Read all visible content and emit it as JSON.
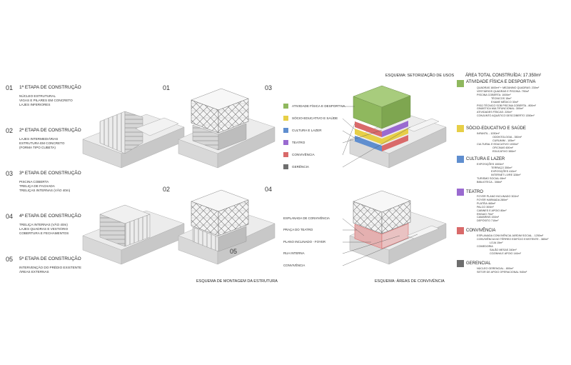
{
  "steps": [
    {
      "num": "01",
      "title": "1ª ETAPA DE CONSTRUÇÃO",
      "lines": [
        "NÚCLEO ESTRUTURAL",
        "VIGAS E PILARES EM CONCRETO",
        "LAJES INFERIORES"
      ]
    },
    {
      "num": "02",
      "title": "2ª ETAPA DE CONSTRUÇÃO",
      "lines": [
        "LAJES INTERMEDIÁRIAS",
        "ESTRUTURA EM CONCRETO",
        "(FORMA TIPO CUBETA)"
      ]
    },
    {
      "num": "03",
      "title": "3ª ETAPA DE CONSTRUÇÃO",
      "lines": [
        "PISCINA COBERTA",
        "TRELIÇA DE FACHADA",
        "TRELIÇAS INTERNAS (VÃO 40m)"
      ]
    },
    {
      "num": "04",
      "title": "4ª ETAPA DE CONSTRUÇÃO",
      "lines": [
        "TRELIÇA INTERNAS (VÃO 40m)",
        "LAJES QUADRAS E VESTIÁRIO",
        "COBERTURA E FECHAMENTOS"
      ]
    },
    {
      "num": "05",
      "title": "5ª ETAPA DE CONSTRUÇÃO",
      "lines": [
        "INTERVENÇÃO DO PRÉDIO EXISTENTE",
        "ÁREAS EXTERNAS"
      ]
    }
  ],
  "diagram_numbers": {
    "n01": "01",
    "n02": "02",
    "n03": "03",
    "n04": "04",
    "n05": "05"
  },
  "captions": {
    "montagem": "ESQUEMA DE MONTAGEM DA ESTRUTURA",
    "setorizacao": "ESQUEMA: SETORIZAÇÃO DE USOS",
    "convivencia": "ESQUEMA: ÁREAS DE CONVIVÊNCIA"
  },
  "legend": [
    {
      "label": "ATIVIDADE FÍSICA E DESPORTIVA",
      "color": "#8fb85e"
    },
    {
      "label": "SÓCIO-EDUCATIVO E SAÚDE",
      "color": "#e7cf47"
    },
    {
      "label": "CULTURA E LAZER",
      "color": "#5f8ecf"
    },
    {
      "label": "TEATRO",
      "color": "#9a6ad0"
    },
    {
      "label": "CONVIVÊNCIA",
      "color": "#d96a6a"
    },
    {
      "label": "GERÊNCIA",
      "color": "#6e6e6e"
    }
  ],
  "convivencia_labels": [
    "ESPLANADA DE CONVIVÊNCIA",
    "PRAÇA DO TEATRO",
    "PLANO INCLINADO - FOYER",
    "RUA INTERNA",
    "CONVIVÊNCIA"
  ],
  "area_total": "ÁREA TOTAL CONSTRUÍDA: 17.350m²",
  "areas": [
    {
      "title": "ATIVIDADE FÍSICA E DESPORTIVA",
      "color": "#8fb85e",
      "lines": [
        "QUADRAS 1600m² + MEZANINO QUADRAS: 230m²",
        "VESTIÁRIOS QUADRAS E PISCINA: 790m²",
        "PISCINA COBERTA: 1000m²",
        "TÉCNICOS 15m²",
        "EXAME MÉDICO 30m²",
        "PISO TÉCNICO SOB PISCINA COBERTA - 800m²",
        "GINÁSTICA MULTIFUNCIONAL: 300m²",
        "ATIVIDADES FÍSICAS: 220m²",
        "CONJUNTO AQUÁTICO DESCOBERTO 1350m²"
      ]
    },
    {
      "title": "SÓCIO-EDUCATIVO E SAÚDE",
      "color": "#e7cf47",
      "lines": [
        "INFANTIL - 1030m²",
        "ODONTOLOGIA - 350m²",
        "CURUMIM - 105m²",
        "CULTURAL E EDUCATIVO 1030m²",
        "OFICINAS 600m²",
        "EDUCATIVO 380m²"
      ]
    },
    {
      "title": "CULTURA E LAZER",
      "color": "#5f8ecf",
      "lines": [
        "EXPOSIÇÕES 1000m²",
        "TERRAÇO 350m²",
        "EXPOSIÇÕES 410m²",
        "INTERNET LIVRE 328m²",
        "TURISMO SOCIAL 69m²",
        "BIBLIOTECA - 308m²"
      ]
    },
    {
      "title": "TEATRO",
      "color": "#9a6ad0",
      "lines": [
        "FOYER PLANO INCLINADO 302m²",
        "FOYER HARMADA 280m²",
        "PLATÉIA 465m²",
        "PALCO 300m²",
        "CABINES E APOIO 80m²",
        "ENSAIO 70m²",
        "CAMARINS 150m²",
        "DEPÓSITO 710m²"
      ]
    },
    {
      "title": "CONVIVÊNCIA",
      "color": "#d96a6a",
      "lines": [
        "ESPLANADA CONVIVÊNCIA JARDIM SOCIAL - 1250m²",
        "CONVIVÊNCIA NO TÉRREO EDIFÍCIO EXISTENTE - 380m²",
        "LOJA 15m²",
        "COMEDORIA",
        "SALÃO MESAS 340m²",
        "COZINHA E APOIO 140m²"
      ]
    },
    {
      "title": "GERENCIAL",
      "color": "#6e6e6e",
      "lines": [
        "NÚCLEO GERENCIAL - 800m²",
        "SETOR DE APOIO OPERACIONAL 940m²"
      ]
    }
  ]
}
